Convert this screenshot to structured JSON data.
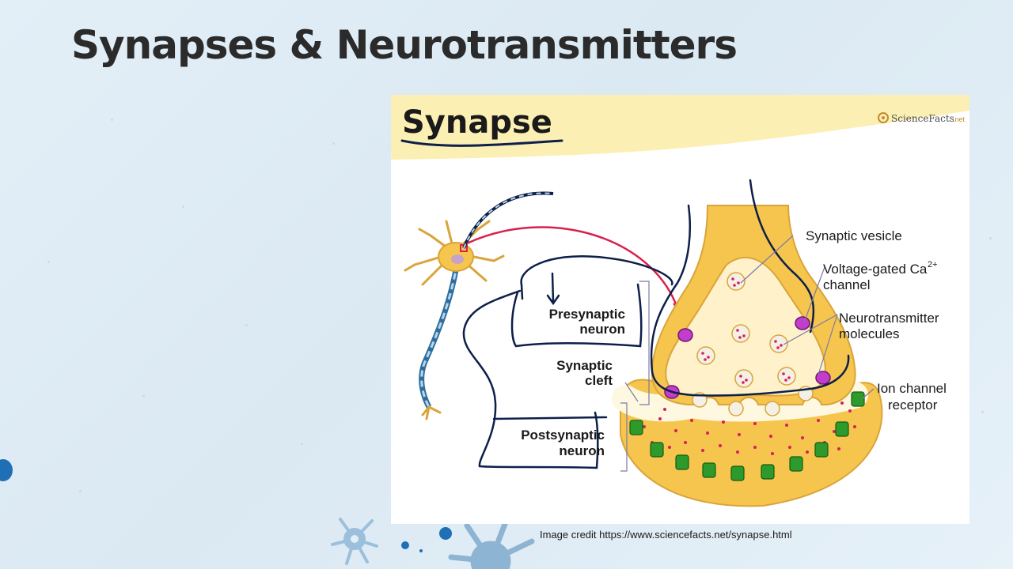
{
  "slide": {
    "title": "Synapses & Neurotransmitters",
    "credit": "Image credit https://www.sciencefacts.net/synapse.html"
  },
  "figure": {
    "banner_title": "Synapse",
    "logo_text": "ScienceFacts",
    "logo_suffix": ".net",
    "labels": {
      "synaptic_vesicle": "Synaptic vesicle",
      "vgc_line1": "Voltage-gated Ca",
      "vgc_sup": "2+",
      "vgc_line2": "channel",
      "nt_line1": "Neurotransmitter",
      "nt_line2": "molecules",
      "ion_line1": "Ion channel",
      "ion_line2": "receptor",
      "pre_line1": "Presynaptic",
      "pre_line2": "neuron",
      "cleft_line1": "Synaptic",
      "cleft_line2": "cleft",
      "post_line1": "Postsynaptic",
      "post_line2": "neuron"
    }
  },
  "colors": {
    "banner": "#fcefb4",
    "neuron_fill": "#f6c54e",
    "neuron_stroke": "#d9a43a",
    "vesicle": "#f4f0e6",
    "dots": "#d6205a",
    "channel": "#c33ccd",
    "receptor": "#2e9a2c",
    "ink": "#0d1f4a",
    "arrow": "#d8204c",
    "title": "#2b2b2b"
  }
}
